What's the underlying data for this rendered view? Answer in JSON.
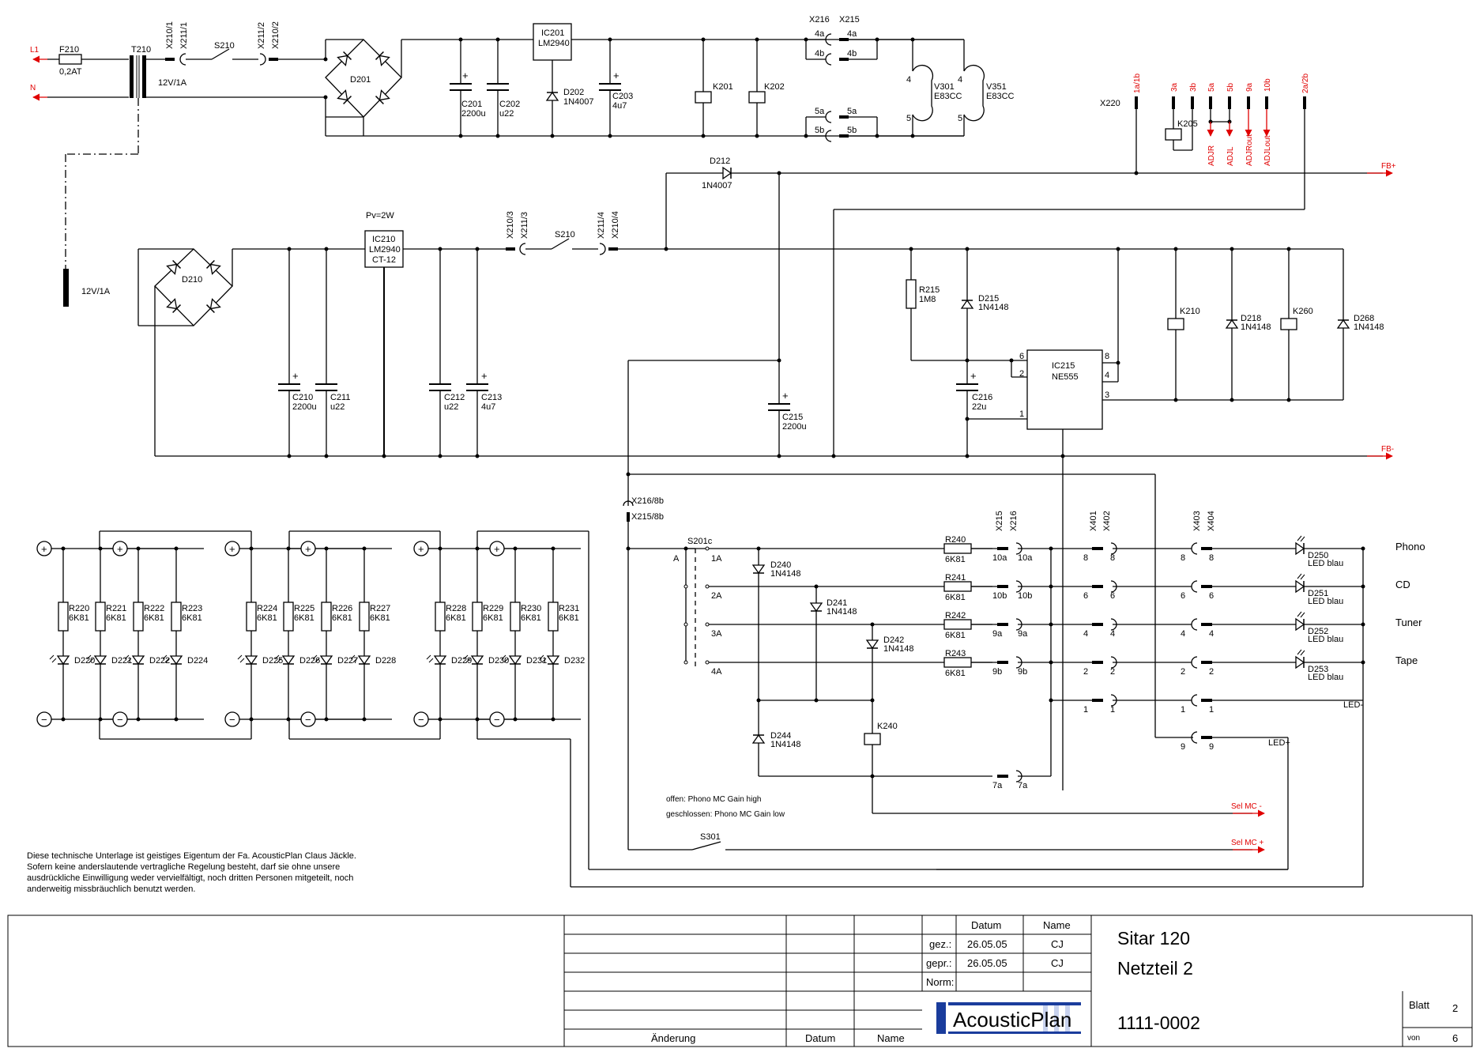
{
  "top": {
    "fuse": {
      "name": "F210",
      "value": "0,2AT"
    },
    "line_labels": {
      "l1": "L1",
      "n": "N"
    },
    "transformer": {
      "name": "T210",
      "rating": "12V/1A"
    },
    "connectors": {
      "x210_1": "X210/1",
      "x211_1": "X211/1",
      "x211_2": "X211/2",
      "x210_2": "X210/2"
    },
    "switch": "S210",
    "bridge": "D201",
    "c201": {
      "name": "C201",
      "value": "2200u"
    },
    "c202": {
      "name": "C202",
      "value": "u22"
    },
    "ic201": {
      "name": "IC201",
      "type": "LM2940"
    },
    "d202": {
      "name": "D202",
      "type": "1N4007"
    },
    "c203": {
      "name": "C203",
      "value": "4u7"
    },
    "k201": "K201",
    "k202": "K202",
    "x216": "X216",
    "x215": "X215",
    "pins": [
      "4a",
      "4b",
      "5a",
      "5b"
    ],
    "v301": {
      "name": "V301",
      "type": "E83CC"
    },
    "v351": {
      "name": "V351",
      "type": "E83CC"
    },
    "tube_pins": [
      "4",
      "5"
    ]
  },
  "x220": {
    "name": "X220",
    "pins": [
      "1a/1b",
      "3a",
      "3b",
      "5a",
      "5b",
      "9a",
      "10b",
      "2a/2b"
    ],
    "relay": "K205",
    "signals": [
      "ADJR",
      "ADJL",
      "ADJRout",
      "ADJLout"
    ]
  },
  "mid": {
    "d212": {
      "name": "D212",
      "type": "1N4007"
    },
    "fb_plus": "FB+",
    "fb_minus": "FB-",
    "pv": "Pv=2W",
    "ic210": {
      "name": "IC210",
      "type": "LM2940",
      "sub": "CT-12"
    },
    "connectors": {
      "x210_3": "X210/3",
      "x211_3": "X211/3",
      "x211_4": "X211/4",
      "x210_4": "X210/4"
    },
    "switch": "S210",
    "transformer_rating": "12V/1A",
    "bridge": "D210",
    "c210": {
      "name": "C210",
      "value": "2200u"
    },
    "c211": {
      "name": "C211",
      "value": "u22"
    },
    "c212": {
      "name": "C212",
      "value": "u22"
    },
    "c213": {
      "name": "C213",
      "value": "4u7"
    },
    "c215": {
      "name": "C215",
      "value": "2200u"
    },
    "r215": {
      "name": "R215",
      "value": "1M8"
    },
    "d215": {
      "name": "D215",
      "type": "1N4148"
    },
    "c216": {
      "name": "C216",
      "value": "22u"
    },
    "ic215": {
      "name": "IC215",
      "type": "NE555",
      "pins": [
        "6",
        "2",
        "1",
        "8",
        "4",
        "3"
      ]
    },
    "k210": "K210",
    "d218": {
      "name": "D218",
      "type": "1N4148"
    },
    "k260": "K260",
    "d268": {
      "name": "D268",
      "type": "1N4148"
    }
  },
  "led_banks": [
    {
      "resistors": [
        "R220",
        "R221",
        "R222",
        "R223"
      ],
      "diodes": [
        "D220",
        "D221",
        "D222",
        "D224"
      ]
    },
    {
      "resistors": [
        "R224",
        "R225",
        "R226",
        "R227"
      ],
      "diodes": [
        "D225",
        "D226",
        "D227",
        "D228"
      ]
    },
    {
      "resistors": [
        "R228",
        "R229",
        "R230",
        "R231"
      ],
      "diodes": [
        "D229",
        "D230",
        "D231",
        "D232"
      ]
    }
  ],
  "resistor_value": "6K81",
  "plus_symbol": "+",
  "minus_symbol": "−",
  "selector": {
    "x216_8b": "X216/8b",
    "x215_8b": "X215/8b",
    "switch": "S201c",
    "switch_common": "A",
    "positions": [
      "1A",
      "2A",
      "3A",
      "4A"
    ],
    "d240": {
      "name": "D240",
      "type": "1N4148"
    },
    "d241": {
      "name": "D241",
      "type": "1N4148"
    },
    "d242": {
      "name": "D242",
      "type": "1N4148"
    },
    "d244": {
      "name": "D244",
      "type": "1N4148"
    },
    "k240": "K240",
    "resistors": [
      {
        "name": "R240",
        "value": "6K81"
      },
      {
        "name": "R241",
        "value": "6K81"
      },
      {
        "name": "R242",
        "value": "6K81"
      },
      {
        "name": "R243",
        "value": "6K81"
      }
    ],
    "conn_headers": [
      "X215",
      "X216",
      "X401",
      "X402",
      "X403",
      "X404"
    ],
    "x215_pins": [
      "10a",
      "10b",
      "9a",
      "9b",
      "7a"
    ],
    "x401_pins": [
      "8",
      "6",
      "4",
      "2",
      "1"
    ],
    "x403_pins": [
      "8",
      "6",
      "4",
      "2",
      "1",
      "9"
    ],
    "leds": [
      {
        "name": "D250",
        "type": "LED blau",
        "label": "Phono"
      },
      {
        "name": "D251",
        "type": "LED blau",
        "label": "CD"
      },
      {
        "name": "D252",
        "type": "LED blau",
        "label": "Tuner"
      },
      {
        "name": "D253",
        "type": "LED blau",
        "label": "Tape"
      }
    ],
    "led_minus": "LED-",
    "led_plus": "LED+",
    "note_open": "offen: Phono MC Gain high",
    "note_closed": "geschlossen: Phono MC Gain low",
    "s301": "S301",
    "sel_mc_minus": "Sel MC -",
    "sel_mc_plus": "Sel MC +"
  },
  "notice": [
    "Diese technische Unterlage ist geistiges Eigentum der Fa. AcousticPlan Claus Jäckle.",
    "Sofern keine anderslautende vertragliche Regelung besteht, darf sie ohne unsere",
    "ausdrückliche Einwilligung weder vervielfältigt, noch dritten Personen mitgeteilt, noch",
    "anderweitig missbräuchlich benutzt werden."
  ],
  "title_block": {
    "col_datum": "Datum",
    "col_name": "Name",
    "row_gez": "gez.:",
    "row_gepr": "gepr.:",
    "row_norm": "Norm:",
    "gez_date": "26.05.05",
    "gez_name": "CJ",
    "gepr_date": "26.05.05",
    "gepr_name": "CJ",
    "title1": "Sitar 120",
    "title2": "Netzteil 2",
    "drawing_no": "1111-0002",
    "logo": "AcousticPlan",
    "blatt_label": "Blatt",
    "blatt": "2",
    "von_label": "von",
    "von": "6",
    "aend": "Änderung",
    "aend_datum": "Datum",
    "aend_name": "Name"
  },
  "colors": {
    "accent": "#e00000",
    "logo_blue": "#1a3c9c"
  }
}
